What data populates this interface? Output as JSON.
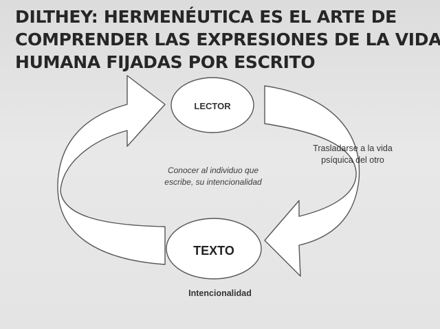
{
  "title": {
    "line1": "DILTHEY: HERMENÉUTICA ES EL ARTE DE",
    "line2": "COMPRENDER LAS EXPRESIONES DE LA VIDA",
    "line3": "HUMANA FIJADAS POR ESCRITO"
  },
  "nodes": {
    "lector": "LECTOR",
    "texto": "TEXTO"
  },
  "notes": {
    "center_line1": "Conocer al individuo que",
    "center_line2": "escribe, su intencionalidad",
    "right_line1": "Trasladarse a la vida",
    "right_line2": "psíquica del otro",
    "bottom": "Intencionalidad"
  },
  "colors": {
    "arrow_fill": "#ffffff",
    "arrow_stroke": "#555555",
    "ellipse_fill": "#ffffff"
  }
}
